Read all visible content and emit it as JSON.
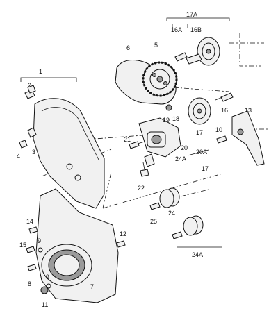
{
  "callouts": {
    "c1": "1",
    "c2": "2",
    "c3": "3",
    "c4": "4",
    "c5": "5",
    "c6": "6",
    "c7": "7",
    "c8": "8",
    "c9a": "9",
    "c9b": "9",
    "c10": "10",
    "c11": "11",
    "c12": "12",
    "c13": "13",
    "c14": "14",
    "c15": "15",
    "c16": "16",
    "c17": "17",
    "c17b": "17",
    "c18": "18",
    "c19": "19",
    "c20": "20",
    "c20a": "20A",
    "c21": "21",
    "c22": "22",
    "c24": "24",
    "c24a": "24A",
    "c24a2": "24A",
    "c25": "25",
    "c16a": "16A",
    "c16b": "16B",
    "c17a": "17A"
  }
}
